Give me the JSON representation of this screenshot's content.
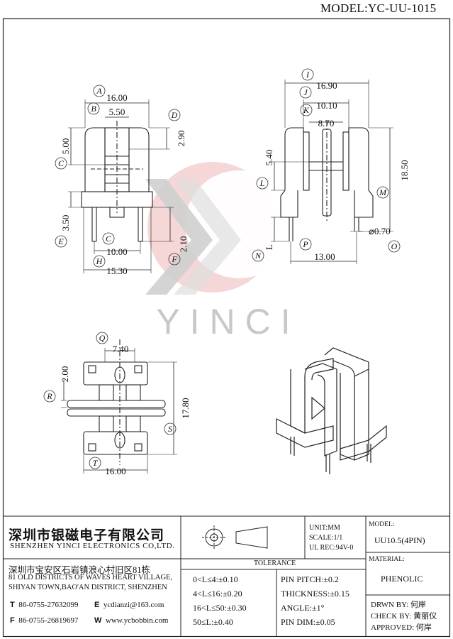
{
  "model": "MODEL:YC-UU-1015",
  "watermark": "YINCI",
  "dims": {
    "front": {
      "A": "16.00",
      "B": "5.50",
      "C_top": "5.00",
      "D": "2.90",
      "E": "3.50",
      "C_bottom": "10.00",
      "F": "2.10",
      "H": "15.30"
    },
    "side": {
      "I": "16.90",
      "J": "10.10",
      "K": "8.70",
      "L_dim": "5.40",
      "M": "18.50",
      "N": "L",
      "O": "⌀0.70",
      "P": "13.00"
    },
    "bottom": {
      "Q": "7.40",
      "R": "2.00",
      "S": "17.80",
      "T": "16.00"
    }
  },
  "letters": [
    "A",
    "B",
    "C",
    "D",
    "E",
    "C",
    "F",
    "H",
    "I",
    "J",
    "K",
    "L",
    "M",
    "N",
    "P",
    "O",
    "Q",
    "R",
    "S",
    "T"
  ],
  "titleblock": {
    "company_cn": "深圳市银磁电子有限公司",
    "company_en": "SHENZHEN YINCI ELECTRONICS CO,LTD.",
    "address_cn": "深圳市宝安区石岩镇浪心村旧区81栋",
    "address_en1": "81 OLD DISTRICTS OF WAVES HEART VILLAGE,",
    "address_en2": "SHIYAN TOWN,BAO'AN DISTRICT, SHENZHEN",
    "tel_key": "T",
    "tel": "86-0755-27632099",
    "email_key": "E",
    "email": "ycdianzi@163.com",
    "fax_key": "F",
    "fax": "86-0755-26819697",
    "web_key": "W",
    "web": "www.ycbobbin.com",
    "unit": "UNIT:MM",
    "scale": "SCALE:1/1",
    "ul": "UL REC:94V-0",
    "model_label": "MODEL:",
    "model_value": "UU10.5(4PIN)",
    "material_label": "MATERIAL:",
    "material_value": "PHENOLIC",
    "tolerance_title": "TOLERANCE",
    "tol": [
      "0<L≤4:±0.10",
      "4<L≤16:±0.20",
      "16<L≤50:±0.30",
      "50≤L:±0.40"
    ],
    "pin": [
      "PIN PITCH:±0.2",
      "THICKNESS:±0.15",
      "ANGLE:±1°",
      "PIN DIM:±0.05"
    ],
    "drawn": "DRWN BY: 何岸",
    "check": "CHECK BY: 黄丽仪",
    "approved": "APPROVED: 何岸"
  }
}
